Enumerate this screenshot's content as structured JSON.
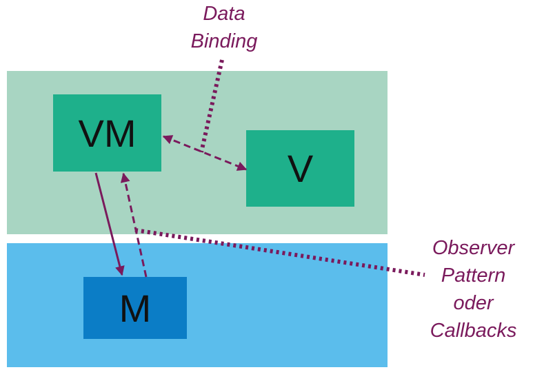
{
  "layers": {
    "viewmodel_view_color": "#a8d5c2",
    "model_color": "#5bbdec"
  },
  "boxes": {
    "vm": {
      "label": "VM",
      "color": "#1eb08b"
    },
    "v": {
      "label": "V",
      "color": "#1eb08b"
    },
    "m": {
      "label": "M",
      "color": "#0b7dc6"
    }
  },
  "captions": {
    "binding": [
      "Data",
      "Binding"
    ],
    "observer": [
      "Observer",
      "Pattern",
      "oder",
      "Callbacks"
    ]
  },
  "colors": {
    "accent": "#7a1a5c"
  }
}
